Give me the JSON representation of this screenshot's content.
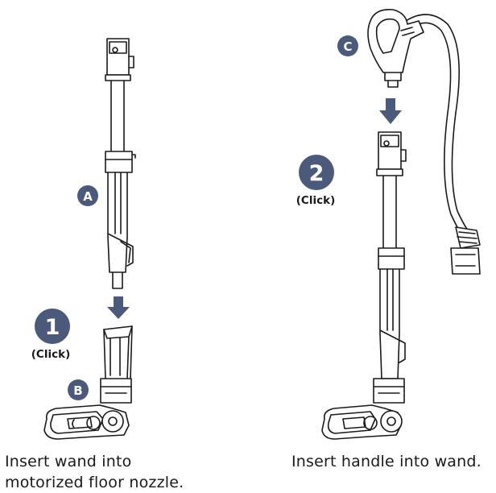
{
  "colors": {
    "accent": "#4b5a7a",
    "line": "#1a1a1a",
    "background": "#ffffff"
  },
  "left": {
    "step_number": "1",
    "click_label": "(Click)",
    "part_a": "A",
    "part_b": "B",
    "caption_line1": "Insert wand into",
    "caption_line2": "motorized floor nozzle."
  },
  "right": {
    "step_number": "2",
    "click_label": "(Click)",
    "part_c": "C",
    "caption": "Insert handle into wand."
  }
}
